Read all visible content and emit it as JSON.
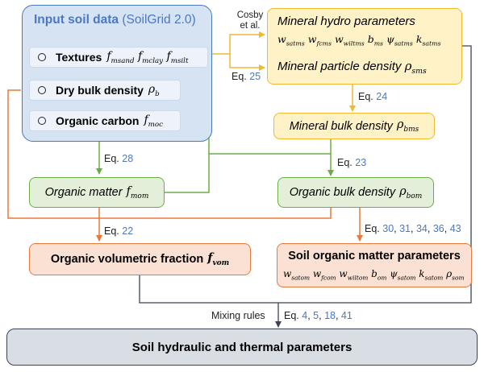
{
  "input": {
    "title": "Input soil data",
    "source": "(SoilGrid 2.0)",
    "items": [
      {
        "label": "Textures",
        "symbol": "f_msand f_mclay f_msilt"
      },
      {
        "label": "Dry bulk density",
        "symbol": "ρ_b"
      },
      {
        "label": "Organic carbon",
        "symbol": "f_moc"
      }
    ]
  },
  "cosby_label": "Cosby et al.",
  "mineral_hydro": {
    "title": "Mineral hydro parameters",
    "params": "w_satms w_fcms w_wiltms b_ms ψ_satms k_satms",
    "density_title": "Mineral particle density",
    "density_symbol": "ρ_sms"
  },
  "mineral_bulk": {
    "title": "Mineral bulk density",
    "symbol": "ρ_bms"
  },
  "organic_matter": {
    "title": "Organic matter",
    "symbol": "f_mom"
  },
  "organic_bulk": {
    "title": "Organic bulk density",
    "symbol": "ρ_bom"
  },
  "organic_vol": {
    "title": "Organic volumetric fraction",
    "symbol": "f_vom"
  },
  "som_params": {
    "title": "Soil organic matter parameters",
    "params": "w_satom w_fcom w_wiltom b_om ψ_satom k_satom ρ_som"
  },
  "output": {
    "title": "Soil hydraulic and thermal parameters"
  },
  "mixing_rules": "Mixing rules",
  "eq_prefix": "Eq.",
  "equations": {
    "e25": [
      "25"
    ],
    "e24": [
      "24"
    ],
    "e28": [
      "28"
    ],
    "e23": [
      "23"
    ],
    "e22": [
      "22"
    ],
    "e30": [
      "30",
      "31",
      "34",
      "36",
      "43"
    ],
    "e4": [
      "4",
      "5",
      "18",
      "41"
    ]
  },
  "colors": {
    "blue": "#4a78c2",
    "yellow": "#f2b930",
    "green": "#6aad46",
    "orange": "#e9783a",
    "dark": "#3b4556"
  }
}
